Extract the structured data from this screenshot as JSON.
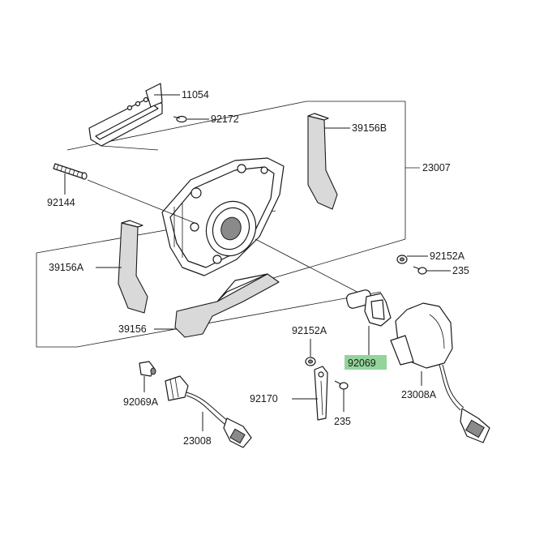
{
  "labels": {
    "p11054": "11054",
    "p92172": "92172",
    "p39156B": "39156B",
    "p23007": "23007",
    "p92144": "92144",
    "p92152A_right": "92152A",
    "p235_right": "235",
    "p39156A": "39156A",
    "p39156": "39156",
    "p92152A_center": "92152A",
    "p92069": "92069",
    "p23008A": "23008A",
    "p92069A": "92069A",
    "p92170": "92170",
    "p235_center": "235",
    "p23008": "23008"
  },
  "colors": {
    "highlight": "#93d49a",
    "line": "#1a1a1a",
    "shade": "#d9d9d9"
  }
}
